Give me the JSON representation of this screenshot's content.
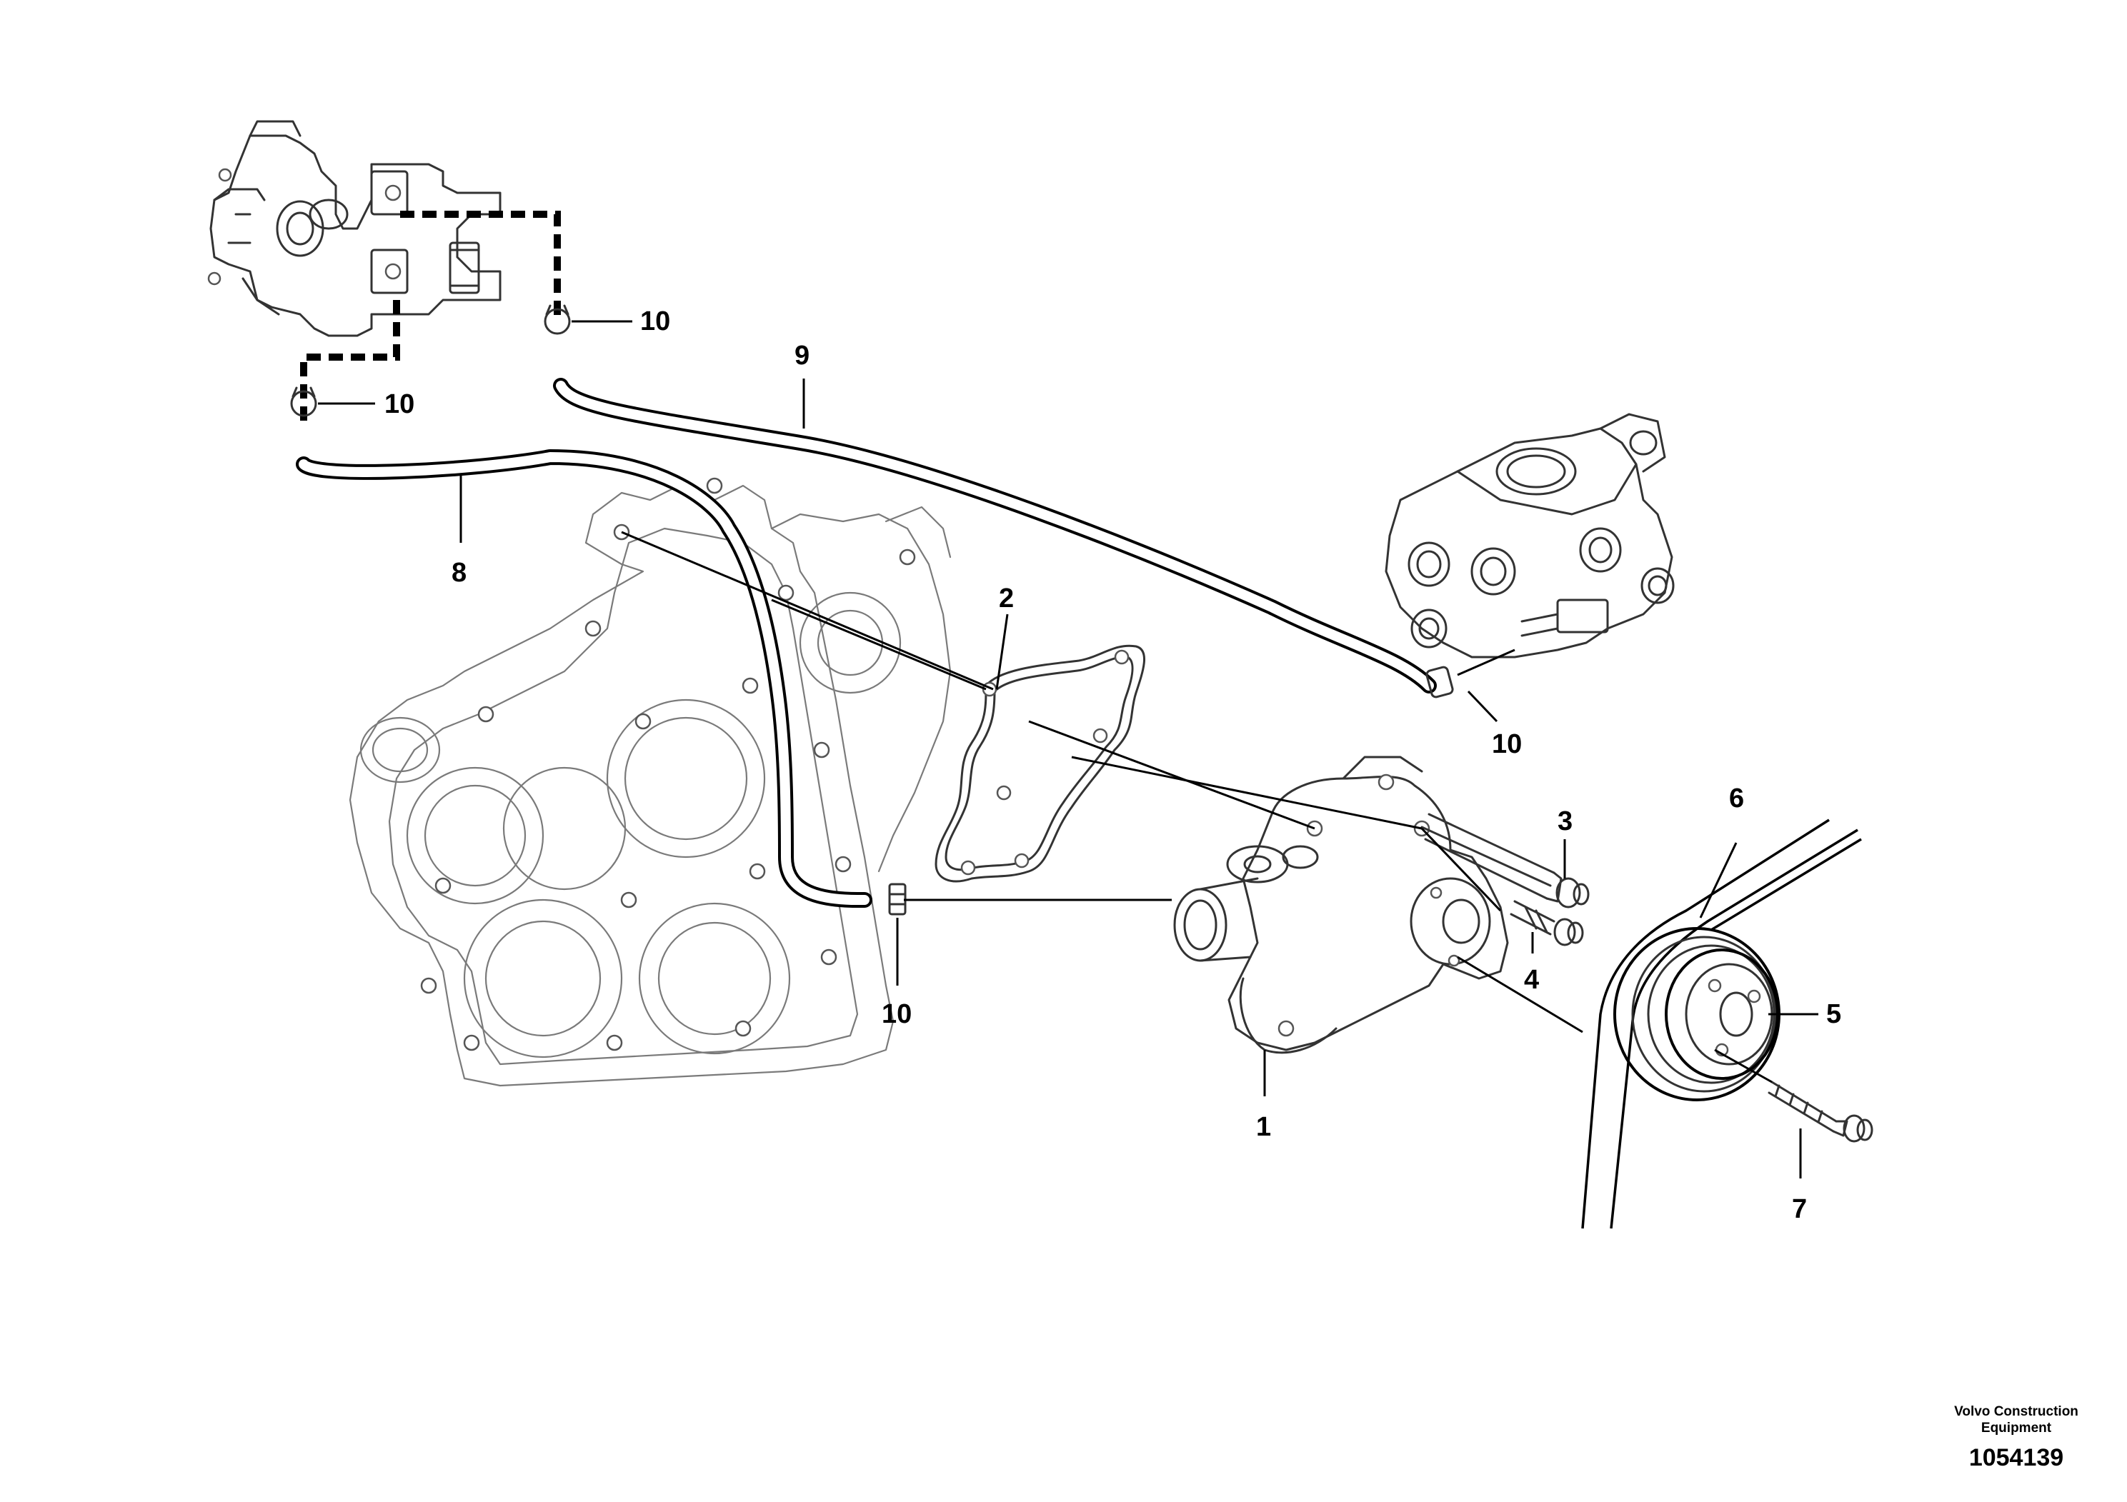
{
  "callouts": [
    {
      "id": "1",
      "text": "1"
    },
    {
      "id": "2",
      "text": "2"
    },
    {
      "id": "3",
      "text": "3"
    },
    {
      "id": "4",
      "text": "4"
    },
    {
      "id": "5",
      "text": "5"
    },
    {
      "id": "6",
      "text": "6"
    },
    {
      "id": "7",
      "text": "7"
    },
    {
      "id": "8",
      "text": "8"
    },
    {
      "id": "9",
      "text": "9"
    },
    {
      "id": "10a",
      "text": "10"
    },
    {
      "id": "10b",
      "text": "10"
    },
    {
      "id": "10c",
      "text": "10"
    },
    {
      "id": "10d",
      "text": "10"
    }
  ],
  "credit": {
    "line1": "Volvo Construction",
    "line2": "Equipment",
    "number": "1054139"
  }
}
